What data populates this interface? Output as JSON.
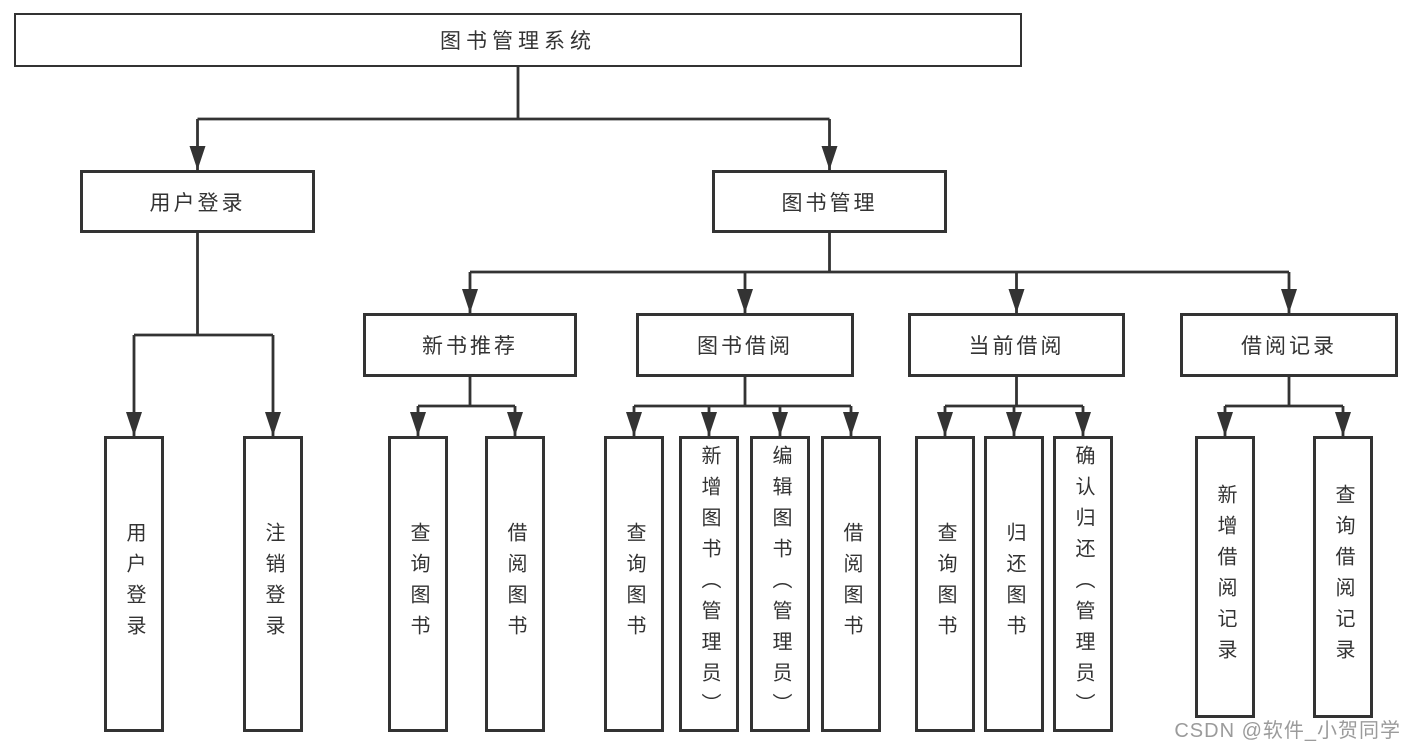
{
  "diagram": {
    "root": {
      "label": "图书管理系统"
    },
    "branches": [
      {
        "label": "用户登录",
        "children": [
          {
            "label": "用户登录"
          },
          {
            "label": "注销登录"
          }
        ]
      },
      {
        "label": "图书管理",
        "children": [
          {
            "label": "新书推荐",
            "children": [
              {
                "label": "查询图书"
              },
              {
                "label": "借阅图书"
              }
            ]
          },
          {
            "label": "图书借阅",
            "children": [
              {
                "label": "查询图书"
              },
              {
                "label": "新增图书（管理员）"
              },
              {
                "label": "编辑图书（管理员）"
              },
              {
                "label": "借阅图书"
              }
            ]
          },
          {
            "label": "当前借阅",
            "children": [
              {
                "label": "查询图书"
              },
              {
                "label": "归还图书"
              },
              {
                "label": "确认归还（管理员）"
              }
            ]
          },
          {
            "label": "借阅记录",
            "children": [
              {
                "label": "新增借阅记录"
              },
              {
                "label": "查询借阅记录"
              }
            ]
          }
        ]
      }
    ]
  },
  "watermark": {
    "text": "CSDN @软件_小贺同学"
  },
  "colors": {
    "line": "#333333",
    "box_border": "#333333",
    "box_bg": "#ffffff",
    "text": "#333333",
    "background": "#ffffff",
    "watermark": "#9b9b9b"
  }
}
